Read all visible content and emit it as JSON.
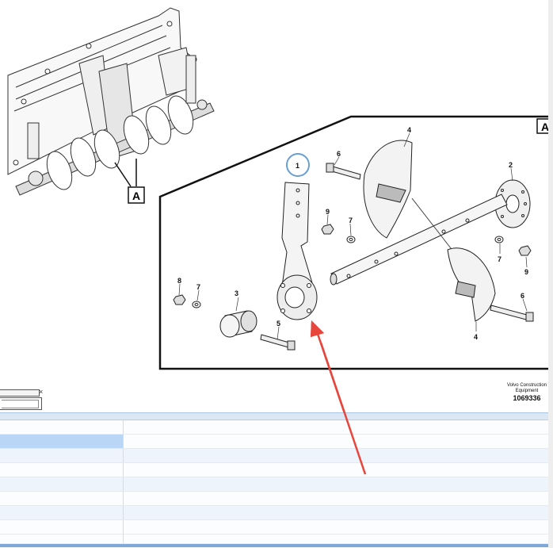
{
  "drawing": {
    "section_label": "A",
    "callouts": {
      "part1": "1",
      "part2": "2",
      "part3": "3",
      "part4a": "4",
      "part4b": "4",
      "part5": "5",
      "part6a": "6",
      "part6b": "6",
      "part7a": "7",
      "part7b": "7",
      "part7c": "7",
      "part8": "8",
      "part9a": "9",
      "part9b": "9"
    },
    "highlight_color": "#6a9fd4",
    "arrow_color": "#e8453c"
  },
  "credit": {
    "line1": "Volvo Construction",
    "line2": "Equipment",
    "number": "1069336"
  },
  "mini_panel": {
    "close_glyph": "×"
  },
  "parts_grid": {
    "header_color": "#dbe7f5",
    "selected_color": "#b9d6f6",
    "row_count": 9,
    "selected_row": 1
  }
}
